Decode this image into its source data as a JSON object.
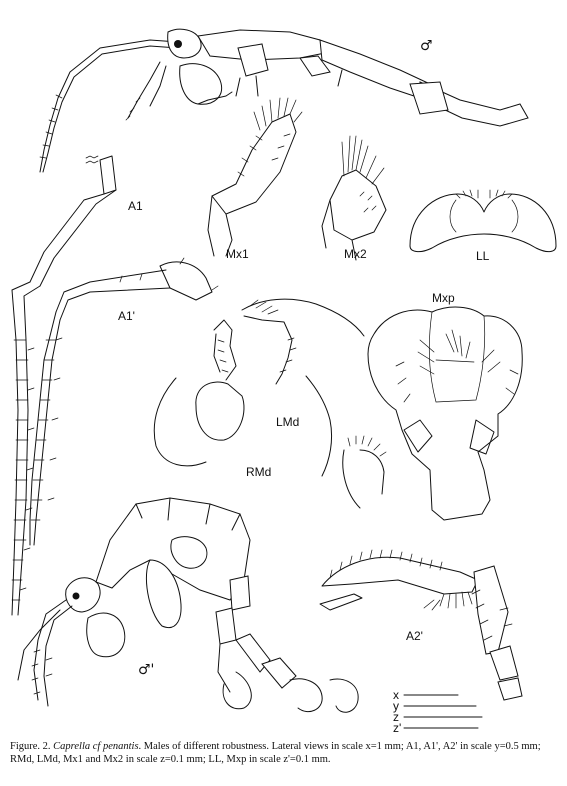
{
  "labels": {
    "male_top": "♂",
    "male_bottom": "♂'",
    "a1": "A1",
    "a1_prime": "A1'",
    "mx1": "Mx1",
    "mx2": "Mx2",
    "ll": "LL",
    "mxp": "Mxp",
    "lmd": "LMd",
    "rmd": "RMd",
    "a2_prime": "A2'"
  },
  "scale_bars": [
    "x",
    "y",
    "z",
    "z'"
  ],
  "caption": {
    "prefix": "Figure. 2. ",
    "species": "Caprella cf penantis",
    "text": ". Males of different robustness. Lateral views in scale x=1 mm; A1, A1', A2' in scale y=0.5 mm; RMd, LMd, Mx1 and Mx2 in scale z=0.1 mm; LL, Mxp in scale z'=0.1 mm."
  }
}
